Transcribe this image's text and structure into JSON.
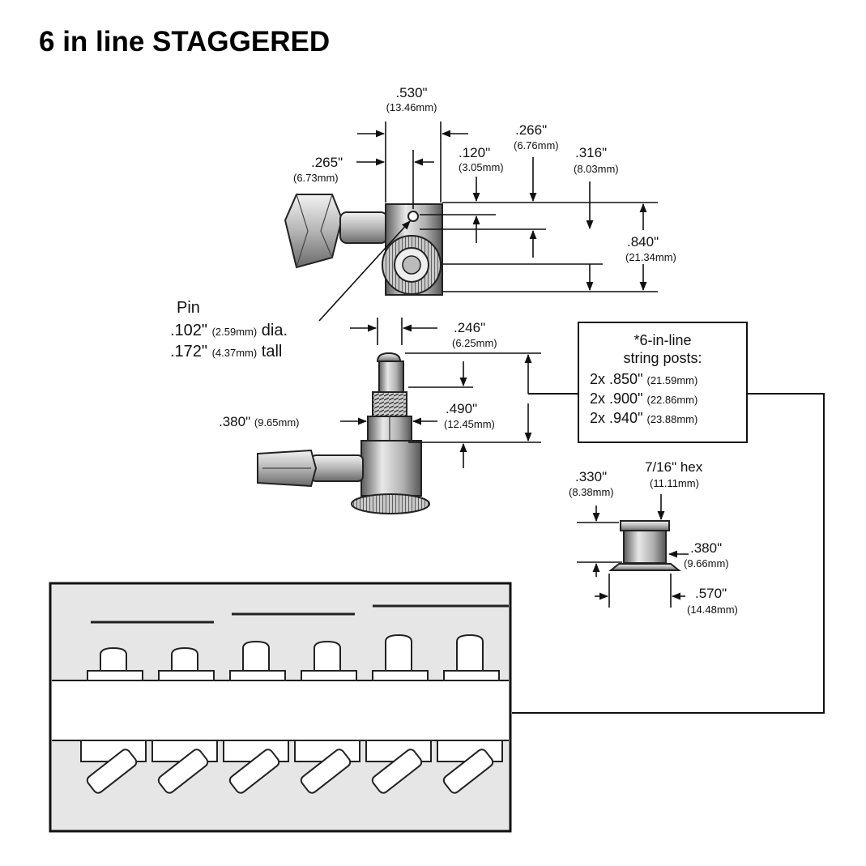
{
  "title": "6 in line STAGGERED",
  "dimensions": {
    "d530": {
      "in": ".530\"",
      "mm": "(13.46mm)"
    },
    "d265": {
      "in": ".265\"",
      "mm": "(6.73mm)"
    },
    "d120": {
      "in": ".120\"",
      "mm": "(3.05mm)"
    },
    "d266": {
      "in": ".266\"",
      "mm": "(6.76mm)"
    },
    "d316": {
      "in": ".316\"",
      "mm": "(8.03mm)"
    },
    "d840": {
      "in": ".840\"",
      "mm": "(21.34mm)"
    },
    "d246": {
      "in": ".246\"",
      "mm": "(6.25mm)"
    },
    "d490": {
      "in": ".490\"",
      "mm": "(12.45mm)"
    },
    "d380_post": {
      "in": ".380\"",
      "mm": "(9.65mm)"
    },
    "d330": {
      "in": ".330\"",
      "mm": "(8.38mm)"
    },
    "hex": {
      "in": "7/16\" hex",
      "mm": "(11.11mm)"
    },
    "d380_nut": {
      "in": ".380\"",
      "mm": "(9.66mm)"
    },
    "d570": {
      "in": ".570\"",
      "mm": "(14.48mm)"
    }
  },
  "pin": {
    "label": "Pin",
    "dia_in": ".102\"",
    "dia_mm": "(2.59mm)",
    "dia_suffix": "dia.",
    "tall_in": ".172\"",
    "tall_mm": "(4.37mm)",
    "tall_suffix": "tall"
  },
  "string_posts": {
    "heading1": "*6-in-line",
    "heading2": "string posts:",
    "items": [
      {
        "qty": "2x",
        "in": ".850\"",
        "mm": "(21.59mm)"
      },
      {
        "qty": "2x",
        "in": ".900\"",
        "mm": "(22.86mm)"
      },
      {
        "qty": "2x",
        "in": ".940\"",
        "mm": "(23.88mm)"
      }
    ]
  }
}
